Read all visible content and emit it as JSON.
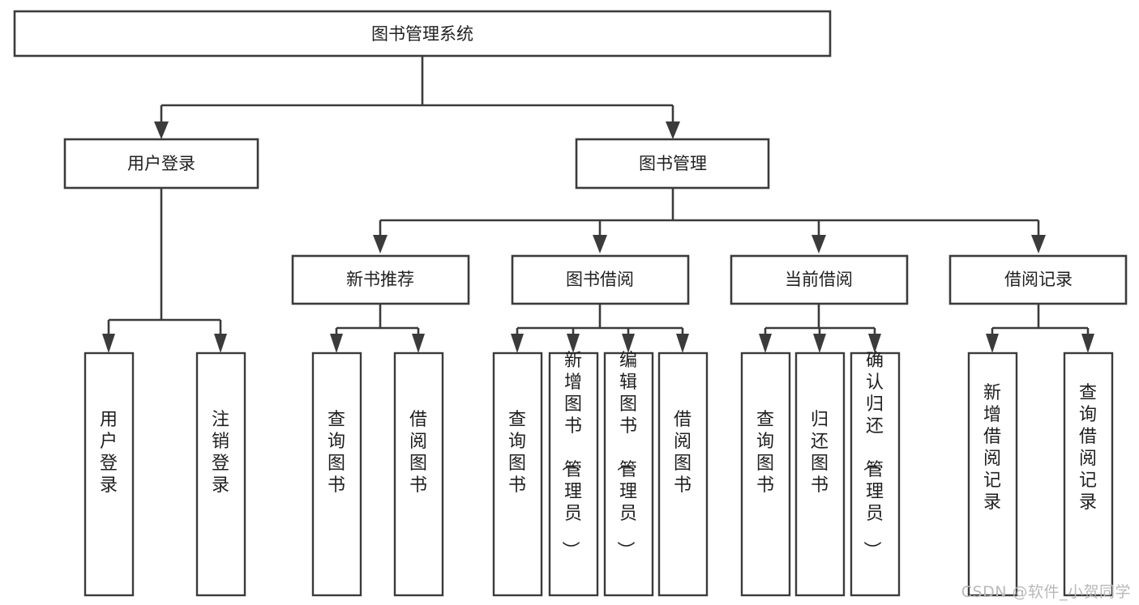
{
  "diagram": {
    "title_node": {
      "label": "图书管理系统"
    },
    "level2": [
      {
        "id": "user-login",
        "label": "用户登录"
      },
      {
        "id": "book-management",
        "label": "图书管理"
      }
    ],
    "level3": [
      {
        "id": "new-book-recommend",
        "label": "新书推荐"
      },
      {
        "id": "book-borrow",
        "label": "图书借阅"
      },
      {
        "id": "current-borrow",
        "label": "当前借阅"
      },
      {
        "id": "borrow-record",
        "label": "借阅记录"
      }
    ],
    "leaves": {
      "user-login": [
        {
          "id": "leaf-user-login",
          "label": "用户登录"
        },
        {
          "id": "leaf-logout",
          "label": "注销登录"
        }
      ],
      "new-book-recommend": [
        {
          "id": "leaf-query-book-1",
          "label": "查询图书"
        },
        {
          "id": "leaf-borrow-book-1",
          "label": "借阅图书"
        }
      ],
      "book-borrow": [
        {
          "id": "leaf-query-book-2",
          "label": "查询图书"
        },
        {
          "id": "leaf-add-book",
          "label": "新增图书（管理员）"
        },
        {
          "id": "leaf-edit-book",
          "label": "编辑图书（管理员）"
        },
        {
          "id": "leaf-borrow-book-2",
          "label": "借阅图书"
        }
      ],
      "current-borrow": [
        {
          "id": "leaf-query-book-3",
          "label": "查询图书"
        },
        {
          "id": "leaf-return-book",
          "label": "归还图书"
        },
        {
          "id": "leaf-confirm-return",
          "label": "确认归还（管理员）"
        }
      ],
      "borrow-record": [
        {
          "id": "leaf-add-record",
          "label": "新增借阅记录"
        },
        {
          "id": "leaf-query-record",
          "label": "查询借阅记录"
        }
      ]
    }
  },
  "watermark": {
    "text": "CSDN @软件_小贺同学"
  },
  "colors": {
    "stroke": "#3b3b3b",
    "fill": "#ffffff",
    "text": "#1f1f1f",
    "watermark": "#b9b9b9"
  }
}
